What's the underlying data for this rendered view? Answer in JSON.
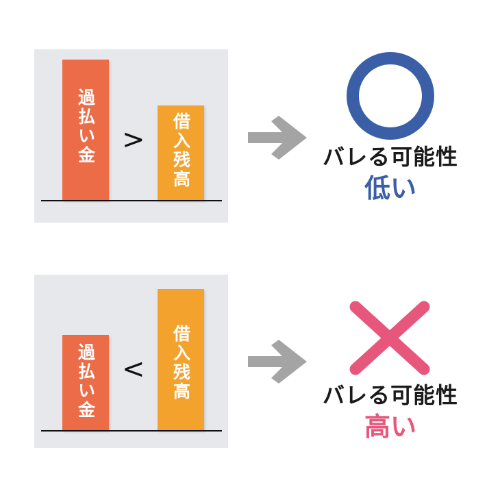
{
  "colors": {
    "panel_bg": "#e6e8eb",
    "bar_overpayment": "#ec6c47",
    "bar_loan_balance": "#f3a22d",
    "arrow": "#a3a4a3",
    "circle": "#3a5fa6",
    "cross": "#e7567b",
    "low_text": "#3a5fa6",
    "high_text": "#e7567b"
  },
  "rows": [
    {
      "bar1_label": "過払い金",
      "bar2_label": "借入残高",
      "comparison": ">",
      "arrow_icon": "arrow-right-icon",
      "verdict_icon": "circle-icon",
      "caption": "バレる可能性",
      "level": "低い"
    },
    {
      "bar1_label": "過払い金",
      "bar2_label": "借入残高",
      "comparison": "<",
      "arrow_icon": "arrow-right-icon",
      "verdict_icon": "cross-icon",
      "caption": "バレる可能性",
      "level": "高い"
    }
  ]
}
